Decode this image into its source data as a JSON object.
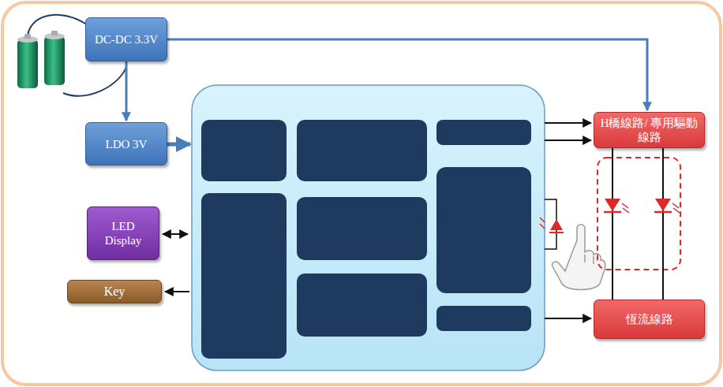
{
  "diagram": {
    "nodes": [
      {
        "text": [
          "DC-DC 3.3V"
        ]
      },
      {
        "text": [
          "LDO 3V"
        ]
      },
      {
        "text": [
          "LED Display"
        ]
      },
      {
        "text": [
          "Key"
        ]
      },
      {
        "text": [
          "H橋線路/ 專用驅動線路"
        ]
      },
      {
        "text": [
          "恆流線路"
        ]
      }
    ],
    "edges": [
      {
        "from": 0,
        "to": 4,
        "arrow": "to"
      },
      {
        "from": 0,
        "to": 1,
        "arrow": "to"
      },
      {
        "from": 4,
        "to": 5,
        "arrow": "none"
      },
      {
        "from": 4,
        "to": 5,
        "arrow": "none"
      }
    ]
  }
}
